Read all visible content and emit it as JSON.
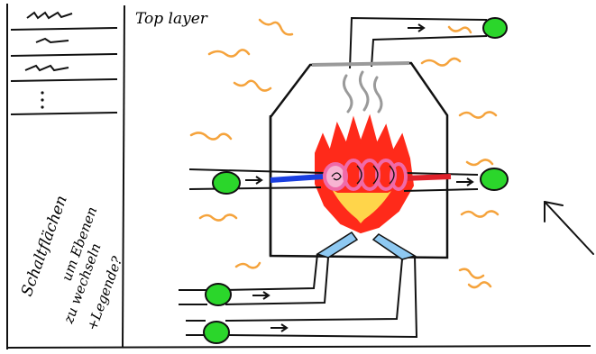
{
  "top_layer_label": "Top layer",
  "side_note_lines": [
    "Schaltflächen",
    "um Ebenen",
    "zu wechseln",
    "+Legende?"
  ],
  "colors": {
    "outline": "#111111",
    "heat_wave": "#f5a33c",
    "flame_outer": "#ff2a1a",
    "flame_inner": "#ffd54a",
    "pipe_cold": "#1a3fe0",
    "pipe_hot": "#e0202a",
    "coil": "#f06aa8",
    "connector": "#2bd62b",
    "nozzle": "#8ec9f2",
    "smoke": "#9a9a9a"
  },
  "icons": [
    "menu-scribble-icon",
    "ellipsis-icon",
    "arrow-pointer-icon"
  ]
}
